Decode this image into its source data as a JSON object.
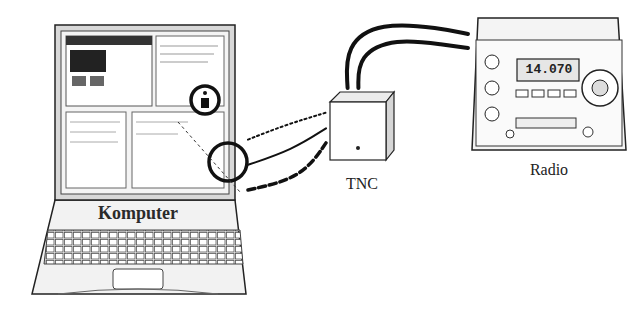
{
  "diagram": {
    "nodes": [
      {
        "text": [
          "Komputer"
        ]
      },
      {
        "text": [
          "TNC"
        ]
      },
      {
        "text": [
          "14.070",
          "Radio"
        ]
      }
    ],
    "edges": [
      {
        "from": 0,
        "to": 1,
        "arrow": "none"
      },
      {
        "from": 0,
        "to": 1,
        "arrow": "none"
      },
      {
        "from": 0,
        "to": 1,
        "arrow": "none"
      },
      {
        "from": 1,
        "to": 2,
        "arrow": "none"
      },
      {
        "from": 1,
        "to": 2,
        "arrow": "none"
      }
    ]
  }
}
